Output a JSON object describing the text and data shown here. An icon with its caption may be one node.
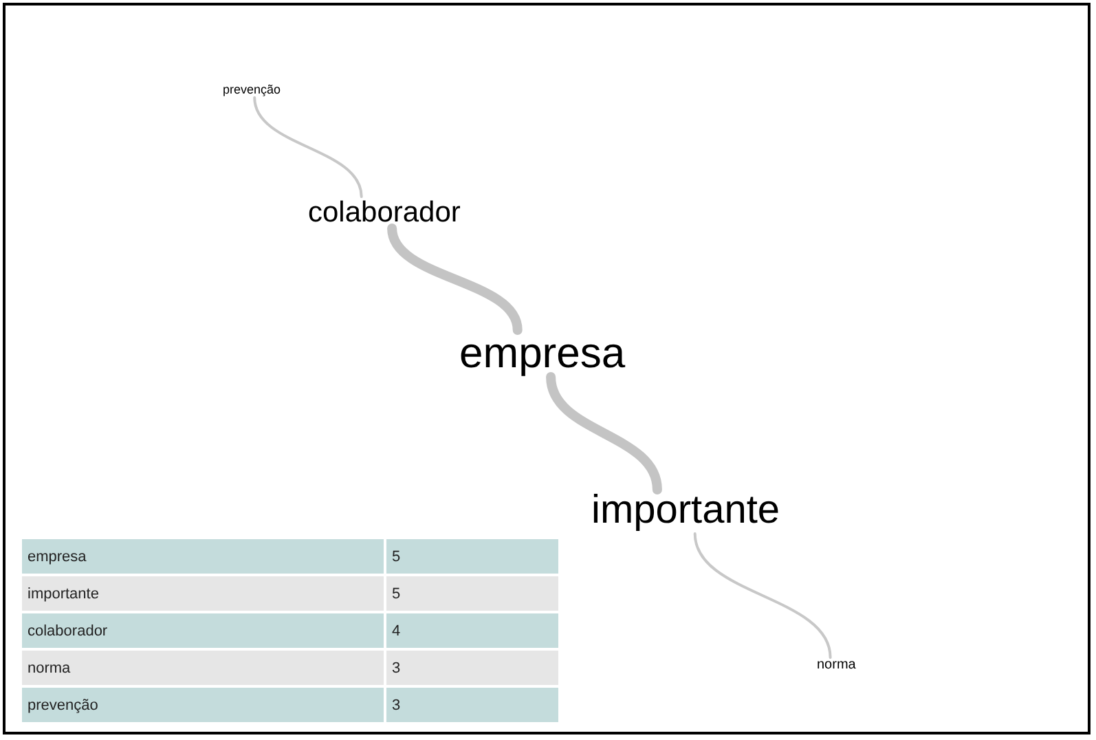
{
  "diagram": {
    "nodes": [
      {
        "text": [
          "prevenção"
        ]
      },
      {
        "text": [
          "colaborador"
        ]
      },
      {
        "text": [
          "empresa"
        ]
      },
      {
        "text": [
          "importante"
        ]
      },
      {
        "text": [
          "norma"
        ]
      }
    ],
    "edges": [
      {
        "from": 0,
        "to": 1,
        "arrow": "none"
      },
      {
        "from": 1,
        "to": 2,
        "arrow": "none",
        "style": "thick"
      },
      {
        "from": 2,
        "to": 3,
        "arrow": "none",
        "style": "thick"
      },
      {
        "from": 3,
        "to": 4,
        "arrow": "none"
      }
    ],
    "labels": [
      "empresa",
      "5",
      "importante",
      "5",
      "colaborador",
      "4",
      "norma",
      "3",
      "prevenção",
      "3"
    ]
  }
}
